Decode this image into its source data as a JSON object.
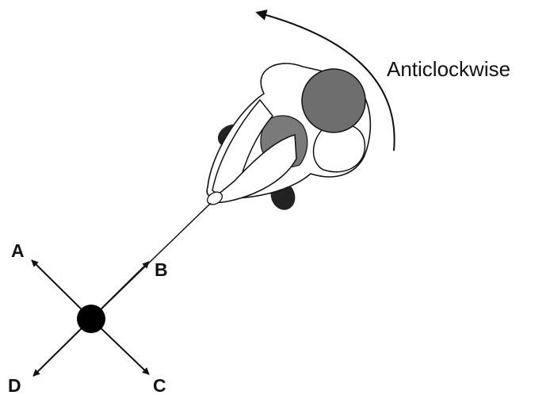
{
  "diagram": {
    "rotation_label": "Anticlockwise",
    "directions": {
      "a": "A",
      "b": "B",
      "c": "C",
      "d": "D"
    },
    "colors": {
      "ink": "#111111",
      "head": "#6e6e6e",
      "torso": "#7a7a7a",
      "feet": "#222222",
      "ball": "#000000",
      "body_fill": "#ffffff"
    },
    "icons": {
      "person": "person-top-view-icon",
      "ball": "ball-icon",
      "rotation": "anticlockwise-arrow-icon"
    }
  }
}
